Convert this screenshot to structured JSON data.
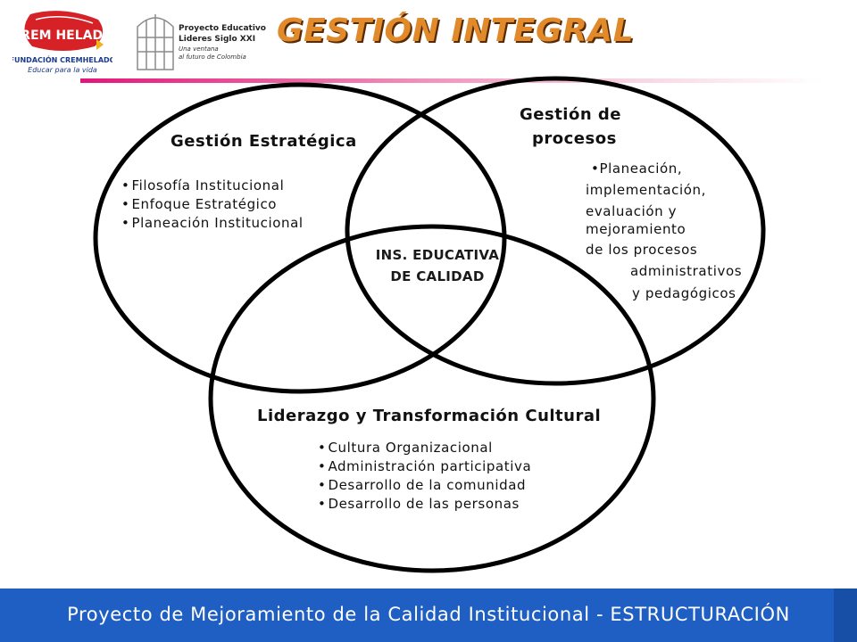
{
  "header": {
    "title": "GESTIÓN INTEGRAL",
    "logo1": {
      "brand": "CREM HELADO",
      "org": "FUNDACIÓN CREMHELADO",
      "tagline": "Educar para la vida"
    },
    "logo2": {
      "line1": "Proyecto Educativo",
      "line2": "Lideres Siglo XXI",
      "line3": "Una ventana",
      "line4": "al futuro de Colombia"
    }
  },
  "colors": {
    "title": "#e08a2c",
    "accent_line": "#e3157a",
    "footer_bg": "#1f5fc4",
    "circle_stroke": "#000000"
  },
  "diagram": {
    "strategic": {
      "title": "Gestión Estratégica",
      "items": [
        "Filosofía Institucional",
        "Enfoque Estratégico",
        "Planeación Institucional"
      ]
    },
    "processes": {
      "title_line1": "Gestión de",
      "title_line2": "procesos",
      "text_lines": [
        "•Planeación,",
        "implementación,",
        "evaluación y",
        "mejoramiento",
        "de los procesos",
        "administrativos",
        "y pedagógicos"
      ]
    },
    "leadership": {
      "title": "Liderazgo y Transformación Cultural",
      "items": [
        "Cultura Organizacional",
        "Administración participativa",
        "Desarrollo de la comunidad",
        "Desarrollo de las personas"
      ]
    },
    "center": {
      "line1": "INS. EDUCATIVA",
      "line2": "DE CALIDAD"
    }
  },
  "footer": {
    "text": "Proyecto de Mejoramiento de la Calidad Institucional -  ESTRUCTURACIÓN"
  }
}
